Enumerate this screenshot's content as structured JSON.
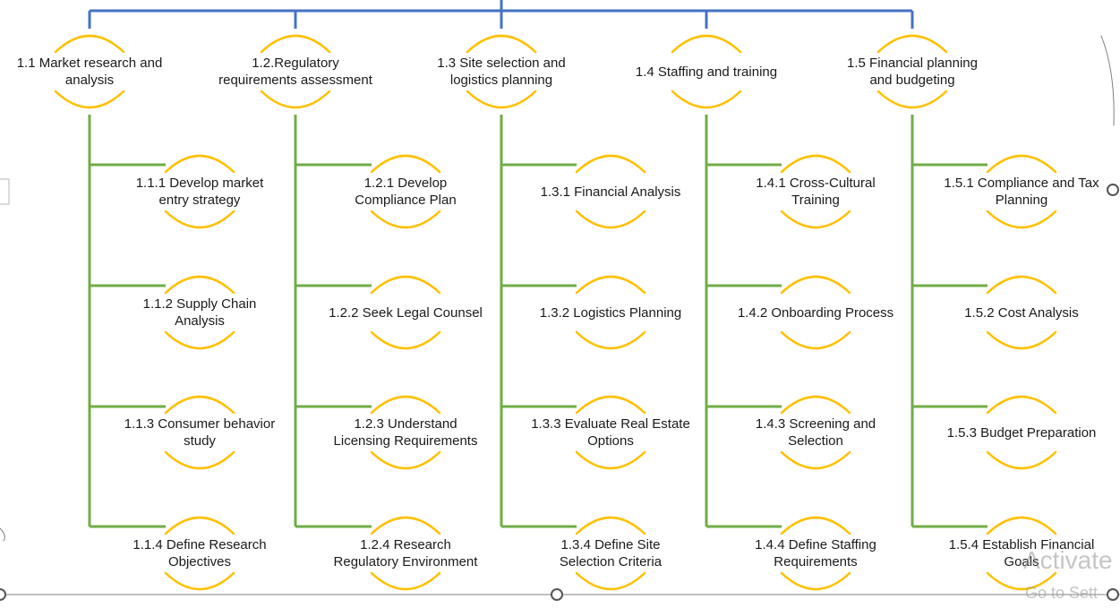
{
  "colors": {
    "top_connector": "#4472c4",
    "branch_connector": "#70ad47",
    "node_arc": "#ffc000",
    "frame_line": "#7f7f7f",
    "text": "#1a1a1a"
  },
  "level1": [
    {
      "label": "1.1 Market research and\nanalysis"
    },
    {
      "label": "1.2.Regulatory\nrequirements assessment"
    },
    {
      "label": "1.3 Site selection and\nlogistics planning"
    },
    {
      "label": "1.4 Staffing and training"
    },
    {
      "label": "1.5 Financial planning\nand budgeting"
    }
  ],
  "level2": [
    [
      "1.1.1 Develop market\nentry strategy",
      "1.1.2 Supply Chain\nAnalysis",
      "1.1.3 Consumer behavior\nstudy",
      "1.1.4 Define Research\nObjectives"
    ],
    [
      "1.2.1 Develop\nCompliance Plan",
      "1.2.2 Seek Legal Counsel",
      "1.2.3 Understand\nLicensing Requirements",
      "1.2.4 Research\nRegulatory Environment"
    ],
    [
      "1.3.1 Financial Analysis",
      "1.3.2 Logistics Planning",
      "1.3.3 Evaluate Real Estate\nOptions",
      "1.3.4 Define Site\nSelection Criteria"
    ],
    [
      "1.4.1 Cross-Cultural\nTraining",
      "1.4.2 Onboarding Process",
      "1.4.3  Screening and\nSelection",
      "1.4.4 Define Staffing\nRequirements"
    ],
    [
      "1.5.1 Compliance and Tax\nPlanning",
      "1.5.2 Cost Analysis",
      "1.5.3 Budget Preparation",
      "1.5.4 Establish Financial\nGoals"
    ]
  ],
  "watermark": {
    "line1": "Activate",
    "line2": "Go to Sett"
  }
}
